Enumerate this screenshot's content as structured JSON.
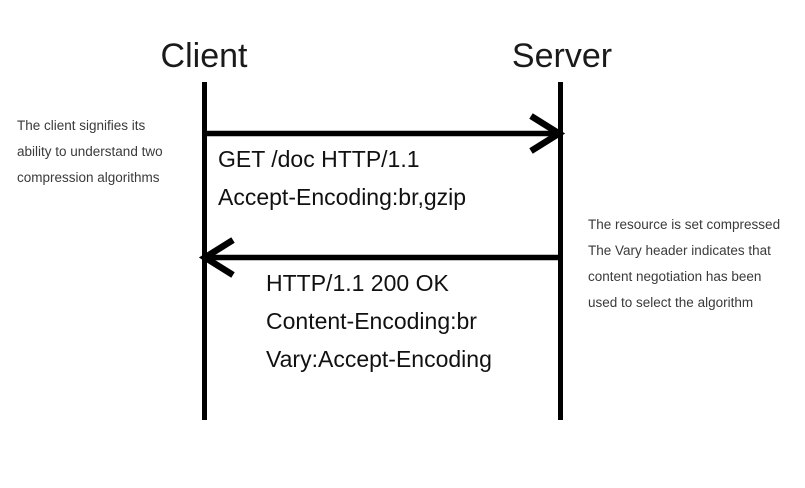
{
  "diagram": {
    "type": "sequence-diagram",
    "title_participants": {
      "client": "Client",
      "server": "Server"
    },
    "colors": {
      "lifeline": "#000000",
      "arrow": "#000000",
      "message_text": "#111111",
      "annotation_text": "#3a3a3a",
      "background": "#ffffff"
    },
    "messages": [
      {
        "name": "request",
        "direction": "client-to-server",
        "lines": [
          "GET /doc HTTP/1.1",
          "Accept-Encoding:br,gzip"
        ]
      },
      {
        "name": "response",
        "direction": "server-to-client",
        "lines": [
          "HTTP/1.1 200 OK",
          "Content-Encoding:br",
          "Vary:Accept-Encoding"
        ]
      }
    ],
    "annotations": [
      {
        "name": "client-annotation",
        "side": "left",
        "lines": [
          "The client signifies its",
          "ability to understand two",
          "compression algorithms"
        ]
      },
      {
        "name": "server-annotation",
        "side": "right",
        "lines": [
          "The resource is set compressed",
          "The Vary header indicates that",
          "content negotiation has been",
          "used to select the algorithm"
        ]
      }
    ]
  }
}
